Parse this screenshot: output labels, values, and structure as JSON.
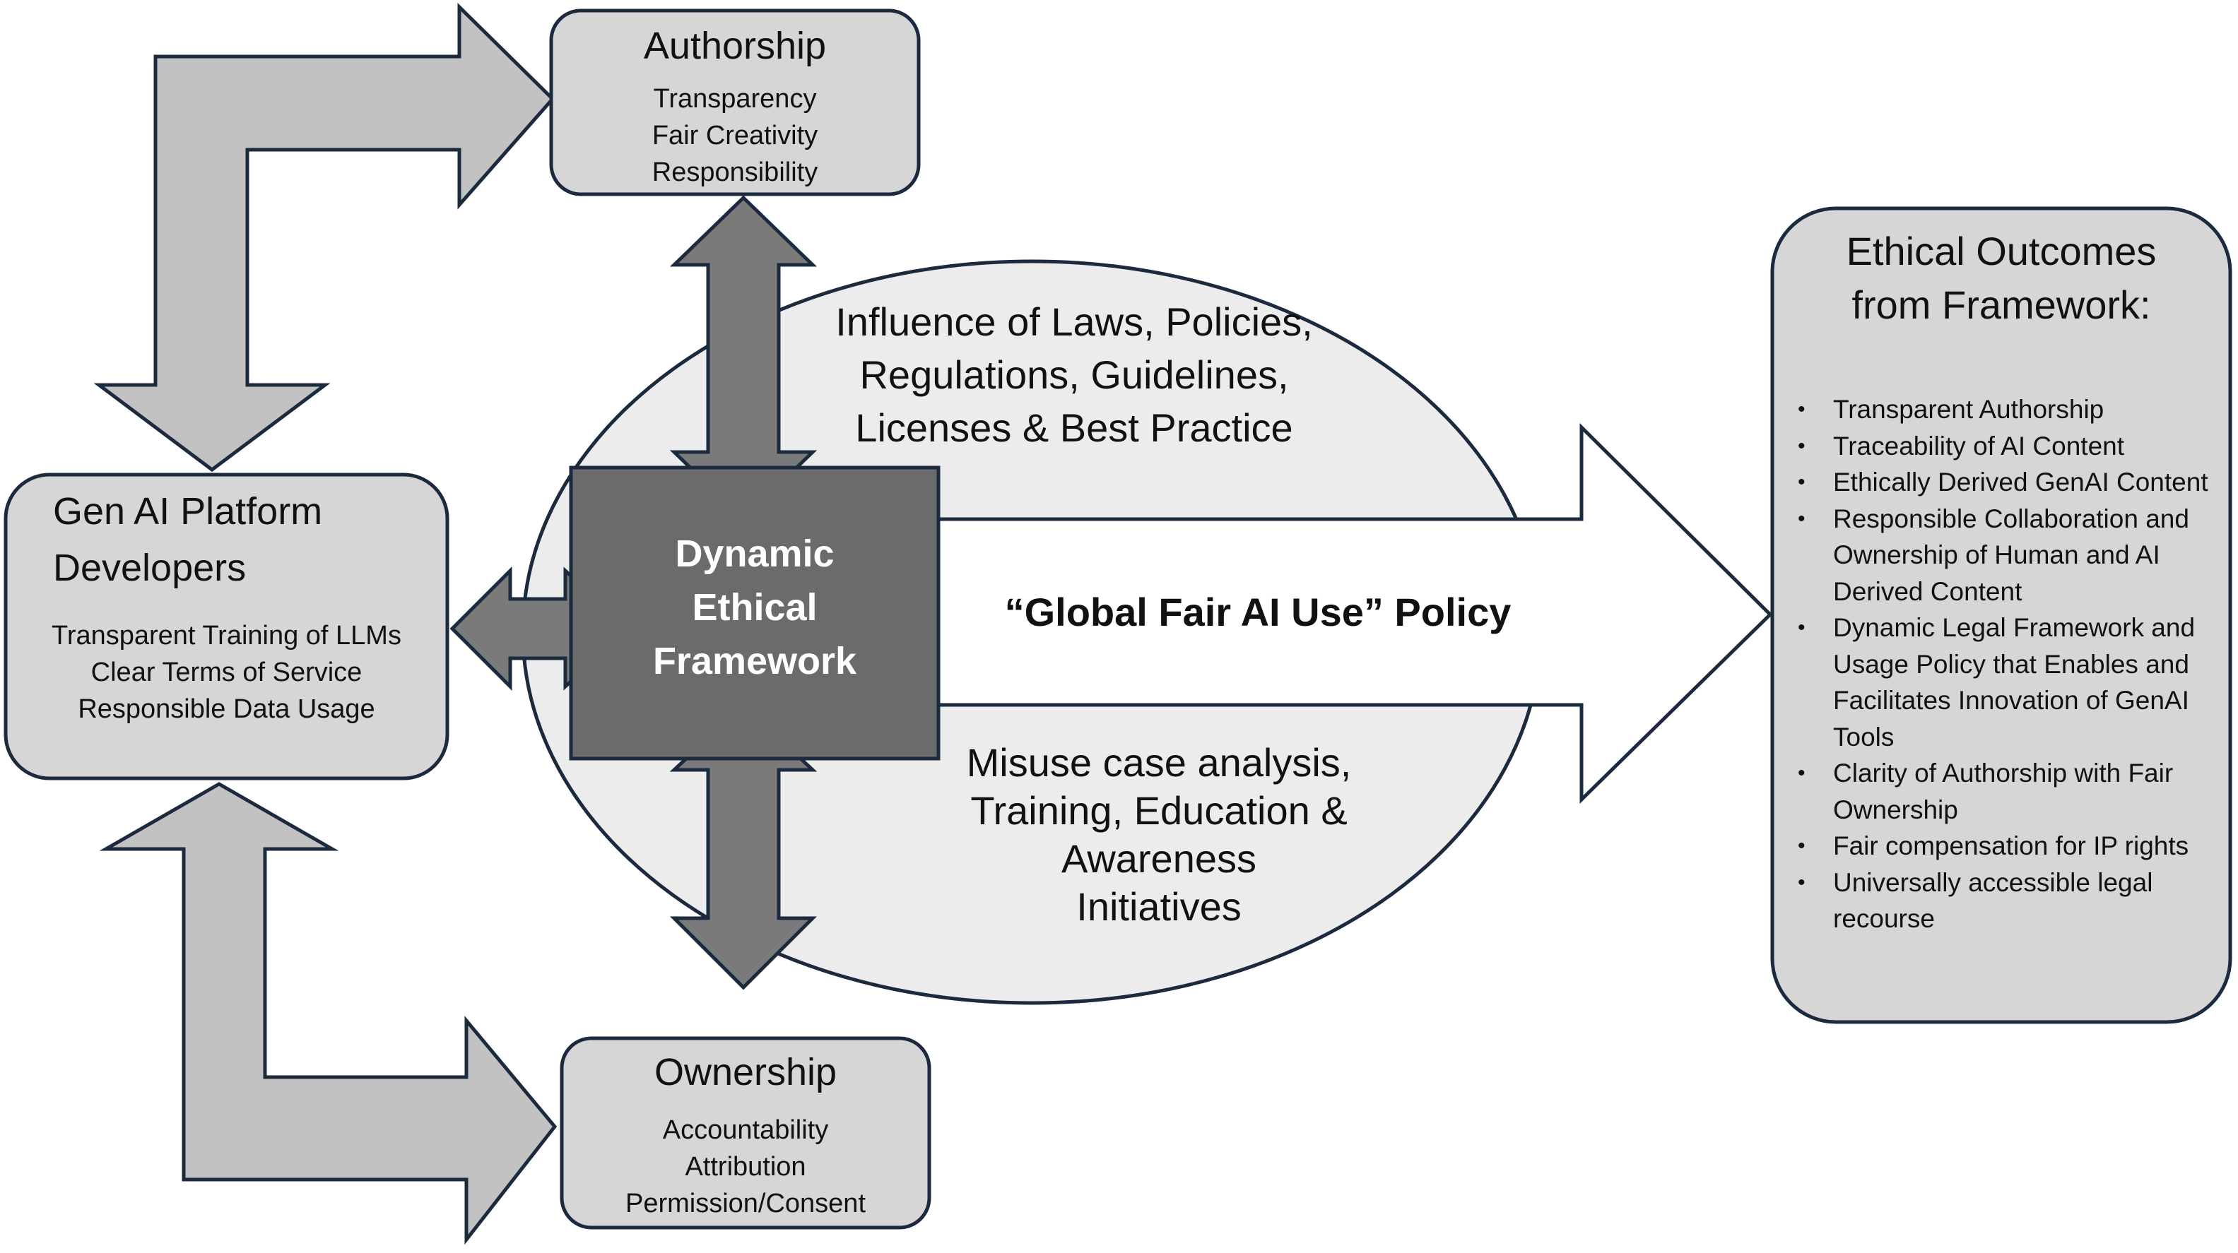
{
  "authorship": {
    "title": "Authorship",
    "items": [
      "Transparency",
      "Fair Creativity",
      "Responsibility"
    ]
  },
  "developers": {
    "title_line1": "Gen AI Platform",
    "title_line2": "Developers",
    "items": [
      "Transparent Training of LLMs",
      "Clear Terms of Service",
      "Responsible Data Usage"
    ]
  },
  "ownership": {
    "title": "Ownership",
    "items": [
      "Accountability",
      "Attribution",
      "Permission/Consent"
    ]
  },
  "framework": {
    "lines": [
      "Dynamic",
      "Ethical",
      "Framework"
    ]
  },
  "influence": {
    "lines": [
      "Influence of Laws, Policies,",
      "Regulations, Guidelines,",
      "Licenses & Best Practice"
    ]
  },
  "policy": {
    "label": "“Global Fair AI Use” Policy"
  },
  "misuse": {
    "lines": [
      "Misuse case analysis,",
      "Training, Education &",
      "Awareness",
      "Initiatives"
    ]
  },
  "outcomes": {
    "title_line1": "Ethical Outcomes",
    "title_line2": "from Framework:",
    "items": [
      "Transparent Authorship",
      "Traceability of AI Content",
      "Ethically Derived GenAI Content",
      "Responsible Collaboration and Ownership of Human and AI Derived Content",
      "Dynamic Legal Framework and Usage Policy that Enables and Facilitates Innovation of GenAI Tools",
      "Clarity of Authorship with Fair Ownership",
      "Fair compensation for IP rights",
      "Universally accessible legal recourse"
    ]
  },
  "colors": {
    "box_fill": "#d6d6d6",
    "box_stroke": "#1b2a3c",
    "oval_fill": "#ececec",
    "framework_fill": "#6b6b6b",
    "arrow_light": "#c2c2c2",
    "arrow_dark": "#7a7a7a",
    "white": "#ffffff"
  }
}
